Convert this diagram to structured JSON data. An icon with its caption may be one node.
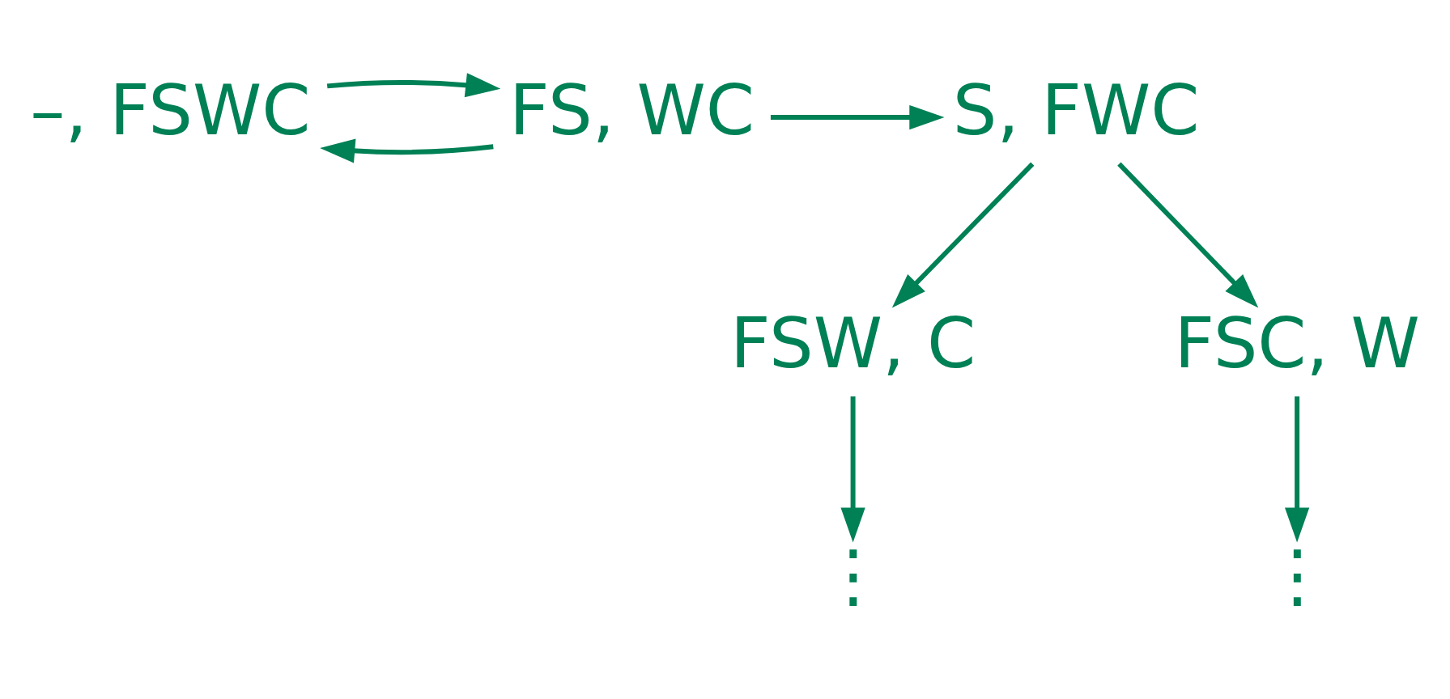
{
  "diagram": {
    "nodes": [
      {
        "text": [
          "–, FSWC"
        ]
      },
      {
        "text": [
          "FS, WC"
        ]
      },
      {
        "text": [
          "S, FWC"
        ]
      },
      {
        "text": [
          "FSW, C"
        ]
      },
      {
        "text": [
          "FSC, W"
        ]
      },
      {
        "text": [
          "⋮"
        ]
      },
      {
        "text": [
          "⋮"
        ]
      }
    ],
    "edges": [
      {
        "from": 1,
        "to": 0,
        "arrow": "to"
      },
      {
        "from": 0,
        "to": 1,
        "arrow": "to"
      },
      {
        "from": 1,
        "to": 2,
        "arrow": "to"
      },
      {
        "from": 2,
        "to": 3,
        "arrow": "to"
      },
      {
        "from": 2,
        "to": 4,
        "arrow": "to"
      },
      {
        "from": 3,
        "to": 5,
        "arrow": "to"
      },
      {
        "from": 4,
        "to": 6,
        "arrow": "to"
      }
    ]
  }
}
